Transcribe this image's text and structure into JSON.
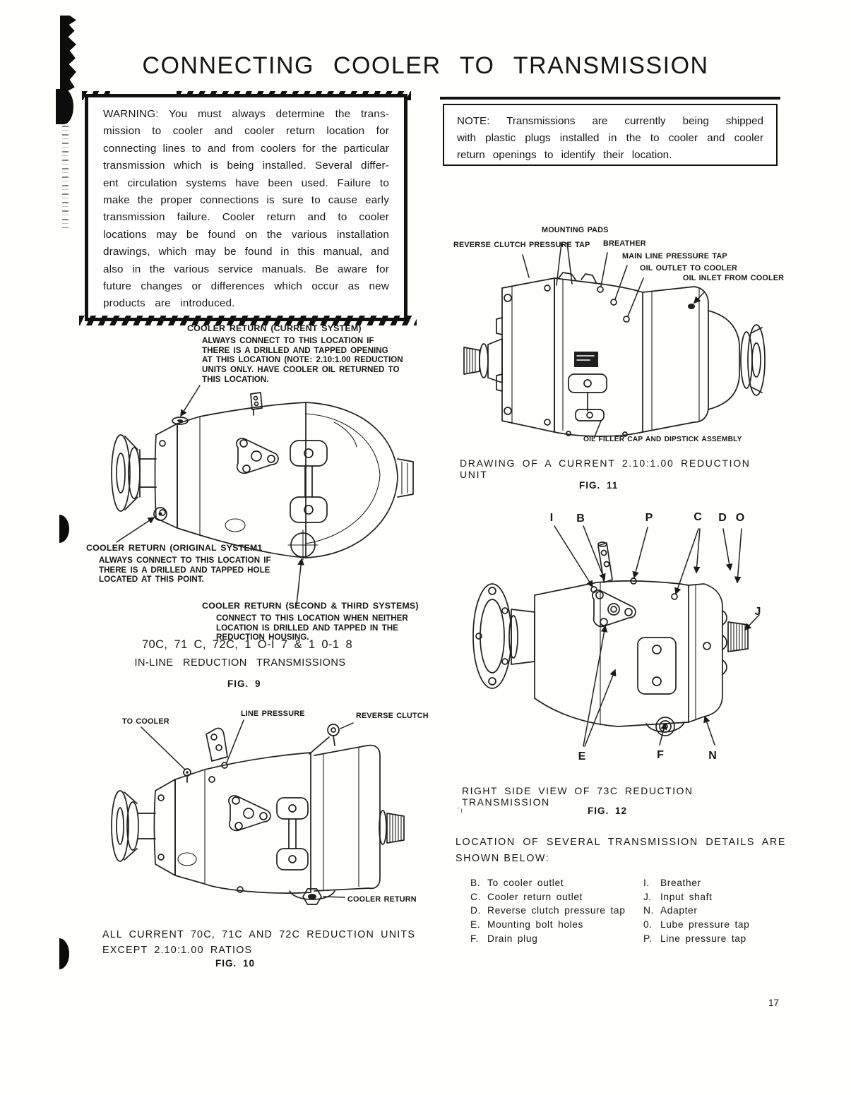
{
  "page": {
    "title": "CONNECTING COOLER TO TRANSMISSION",
    "number": "17"
  },
  "warning_box": {
    "lines": [
      "WARNING: You must always determine the trans-",
      "mission to cooler and cooler return location for",
      "connecting lines to and from coolers for the particular",
      "transmission which is being installed. Several differ-",
      "ent circulation systems have been used. Failure to",
      "make the proper connections is sure to cause early",
      "transmission failure. Cooler return and to cooler",
      "locations may be found on the various installation",
      "drawings, which may be found in this manual, and",
      "also in the various service manuals. Be aware for",
      "future changes or differences which occur as new",
      "products are introduced."
    ]
  },
  "note_box": {
    "lines": [
      "NOTE: Transmissions are currently being shipped",
      "with plastic plugs installed in the to cooler and cooler",
      "return openings to identify their location."
    ]
  },
  "fig9": {
    "callout_current_title": "COOLER RETURN (CURRENT SYSTEM)",
    "callout_current_body": "ALWAYS CONNECT TO THIS LOCATION IF\nTHERE IS A DRILLED AND TAPPED OPENING\nAT THIS LOCATION (NOTE: 2.10:1.00 REDUCTION\nUNITS ONLY. HAVE COOLER OIL RETURNED TO\nTHIS LOCATION.",
    "callout_original_title": "COOLER RETURN (ORIGINAL SYSTEM1",
    "callout_original_body": "ALWAYS CONNECT TO THIS LOCATION IF\nTHERE IS A DRILLED AND TAPPED HOLE\nLOCATED AT THIS POINT.",
    "callout_second_title": "COOLER RETURN (SECOND & THIRD SYSTEMS)",
    "callout_second_body": "CONNECT TO THIS LOCATION WHEN NEITHER\nLOCATION IS DRILLED AND TAPPED IN THE\nREDUCTION HOUSING.",
    "caption_models": "70C, 71 C, 72C, 1 O-I 7 & 1 0-1 8",
    "caption_type": "IN-LINE REDUCTION TRANSMISSIONS",
    "fig_label": "FIG. 9"
  },
  "fig10": {
    "label_to_cooler": "TO COOLER",
    "label_line_pressure": "LINE PRESSURE",
    "label_reverse_clutch": "REVERSE CLUTCH",
    "label_cooler_return": "COOLER RETURN",
    "caption": "ALL CURRENT 70C, 71C AND 72C REDUCTION UNITS\nEXCEPT 2.10:1.00 RATIOS",
    "fig_label": "FIG. 10"
  },
  "fig11": {
    "label_mounting_pads": "MOUNTING PADS",
    "label_reverse_clutch_tap": "REVERSE CLUTCH PRESSURE TAP",
    "label_breather": "BREATHER",
    "label_main_line_tap": "MAIN LINE PRESSURE TAP",
    "label_oil_outlet": "OIL OUTLET TO COOLER",
    "label_oil_inlet": "OIL INLET FROM COOLER",
    "label_oil_filler": "OIL FILLER CAP AND DIPSTICK ASSEMBLY",
    "caption": "DRAWING OF A CURRENT 2.10:1.00 REDUCTION UNIT",
    "fig_label": "FIG. 11"
  },
  "fig12": {
    "letters_top": [
      "I",
      "B",
      "P",
      "C",
      "D",
      "O"
    ],
    "letter_side": "J",
    "letters_bottom": [
      "E",
      "F",
      "N"
    ],
    "caption": "RIGHT SIDE VIEW OF 73C REDUCTION TRANSMISSION",
    "fig_label": "FIG. 12",
    "artifact": "ʼı"
  },
  "details": {
    "heading_lines": [
      "LOCATION OF SEVERAL TRANSMISSION DETAILS ARE",
      "SHOWN BELOW:"
    ],
    "left": [
      {
        "key": "B.",
        "label": "To cooler outlet"
      },
      {
        "key": "C.",
        "label": "Cooler return outlet"
      },
      {
        "key": "D.",
        "label": "Reverse clutch pressure tap"
      },
      {
        "key": "E.",
        "label": "Mounting bolt holes"
      },
      {
        "key": "F.",
        "label": "Drain plug"
      }
    ],
    "right": [
      {
        "key": "I.",
        "label": "Breather"
      },
      {
        "key": "J.",
        "label": "Input shaft"
      },
      {
        "key": "N.",
        "label": "Adapter"
      },
      {
        "key": "0.",
        "label": "Lube pressure tap"
      },
      {
        "key": "P.",
        "label": "Line pressure tap"
      }
    ]
  }
}
